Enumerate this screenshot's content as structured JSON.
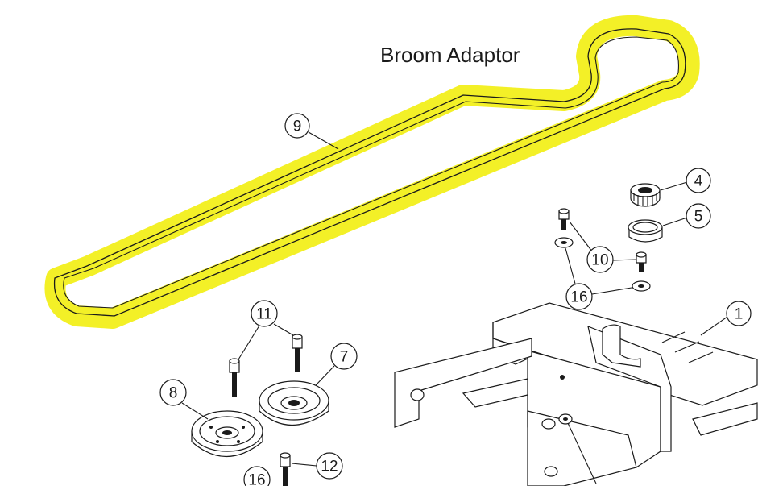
{
  "title": "Broom Adaptor",
  "colors": {
    "highlight": "#f2ef1b",
    "ink": "#1a1a1a",
    "background": "#ffffff"
  },
  "callouts": {
    "c9": "9",
    "c4": "4",
    "c5": "5",
    "c10": "10",
    "c16a": "16",
    "c1": "1",
    "c11": "11",
    "c7": "7",
    "c8": "8",
    "c12": "12",
    "c16b": "16"
  }
}
